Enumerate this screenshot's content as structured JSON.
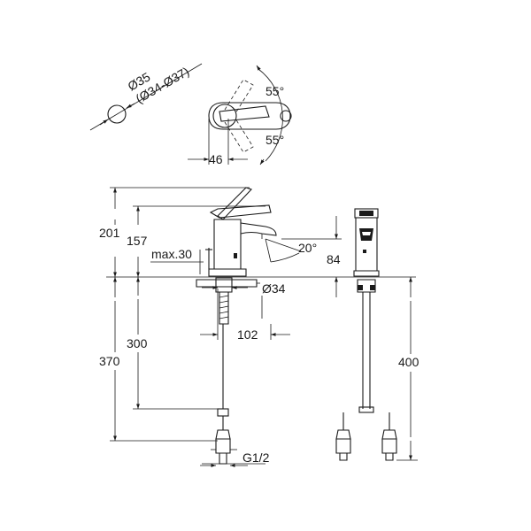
{
  "labels": {
    "dia_35": "Ø35",
    "dia_range": "(Ø34-Ø37)",
    "angle_top": "55°",
    "angle_bottom": "55°",
    "width_46": "46",
    "height_201": "201",
    "height_157": "157",
    "max_30": "max.30",
    "angle_20": "20°",
    "reach_84": "84",
    "dia_34": "Ø34",
    "depth_300": "300",
    "depth_370": "370",
    "spout_102": "102",
    "depth_400": "400",
    "thread_g12": "G1/2"
  },
  "icons": {
    "hole_marker": "drill-hole-icon"
  }
}
